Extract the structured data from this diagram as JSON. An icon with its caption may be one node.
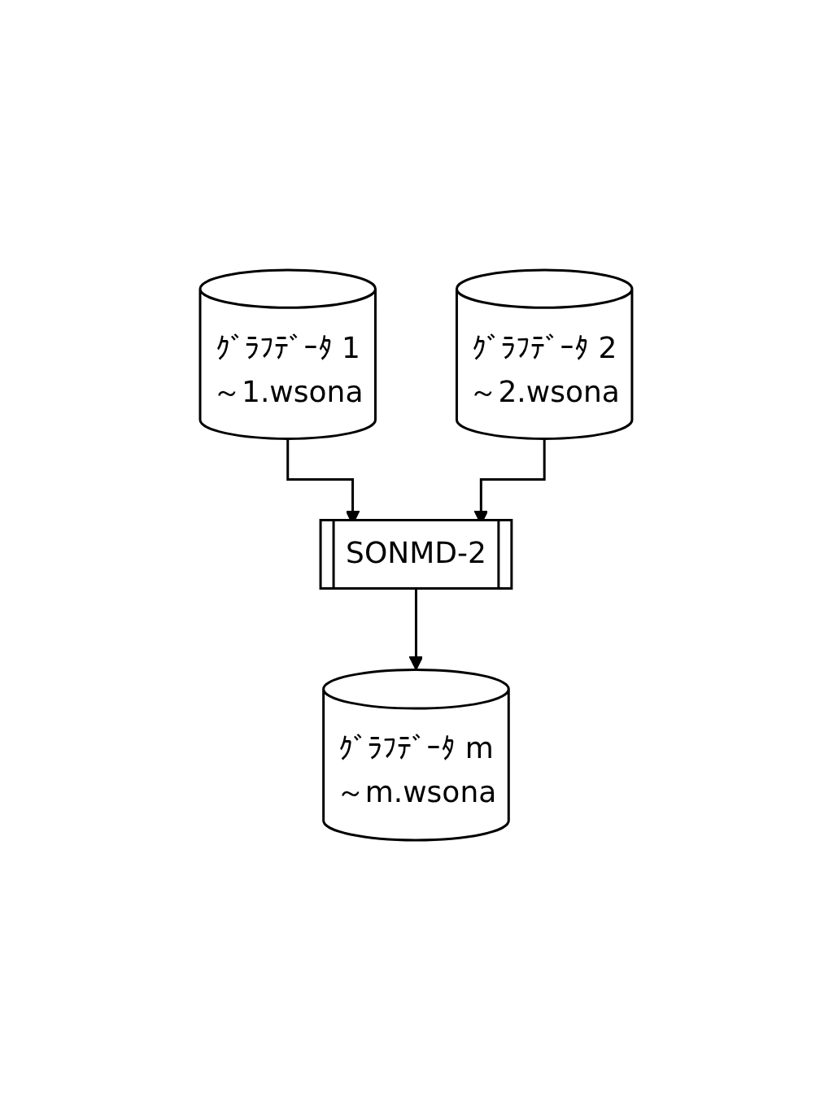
{
  "diagram": {
    "nodes": [
      {
        "text": [
          "ｸﾞﾗﾌﾃﾞｰﾀ 1",
          "～1.wsona"
        ]
      },
      {
        "text": [
          "ｸﾞﾗﾌﾃﾞｰﾀ 2",
          "～2.wsona"
        ]
      },
      {
        "text": [
          "SONMD-2"
        ]
      },
      {
        "text": [
          "ｸﾞﾗﾌﾃﾞｰﾀ m",
          "～m.wsona"
        ]
      }
    ],
    "edges": [
      {
        "from": 0,
        "to": 2,
        "arrow": "to"
      },
      {
        "from": 1,
        "to": 2,
        "arrow": "to"
      },
      {
        "from": 2,
        "to": 3,
        "arrow": "to"
      }
    ]
  }
}
